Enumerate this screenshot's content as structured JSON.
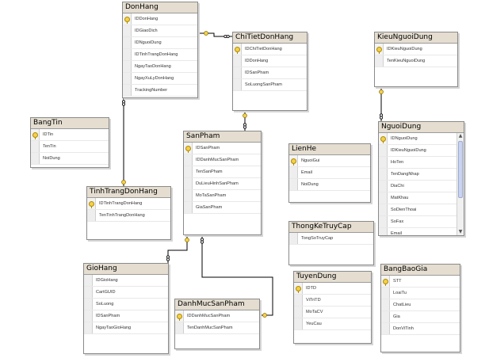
{
  "tables": [
    {
      "id": "DonHang",
      "title": "DonHang",
      "pk": "IDDonHang",
      "fields": [
        "IDDonHang",
        "IDGiaoDich",
        "IDNguoiDung",
        "IDTinhTrangDonHang",
        "NgayTaoDonHang",
        "NgayXuLyDonHang",
        "TrackingNumber"
      ]
    },
    {
      "id": "ChiTietDonHang",
      "title": "ChiTietDonHang",
      "pk": "IDChiTietDonHang",
      "fields": [
        "IDChiTietDonHang",
        "IDDonHang",
        "IDSanPham",
        "SoLuongSanPham"
      ]
    },
    {
      "id": "KieuNguoiDung",
      "title": "KieuNguoiDung",
      "pk": "IDKieuNguoiDung",
      "fields": [
        "IDKieuNguoiDung",
        "TenKieuNguoiDung"
      ]
    },
    {
      "id": "BangTin",
      "title": "BangTin",
      "pk": "IDTin",
      "fields": [
        "IDTin",
        "TenTin",
        "NoiDung"
      ]
    },
    {
      "id": "SanPham",
      "title": "SanPham",
      "pk": "IDSanPham",
      "fields": [
        "IDSanPham",
        "IDDanhMucSanPham",
        "TenSanPham",
        "DuLieuHinhSanPham",
        "MoTaSanPham",
        "GiaSanPham"
      ]
    },
    {
      "id": "LienHe",
      "title": "LienHe",
      "pk": "NguoiGui",
      "fields": [
        "NguoiGui",
        "Email",
        "NoiDung"
      ]
    },
    {
      "id": "NguoiDung",
      "title": "NguoiDung",
      "pk": "IDNguoiDung",
      "scroll": true,
      "fields": [
        "IDNguoiDung",
        "IDKieuNguoiDung",
        "HoTen",
        "TenDangNhap",
        "DiaChi",
        "MatKhau",
        "SoDienThoai",
        "SoFax",
        "Email"
      ]
    },
    {
      "id": "TinhTrangDonHang",
      "title": "TinhTrangDonHang",
      "pk": "IDTinhTrangDonHang",
      "fields": [
        "IDTinhTrangDonHang",
        "TenTinhTrangDonHang"
      ]
    },
    {
      "id": "ThongKeTruyCap",
      "title": "ThongKeTruyCap",
      "pk": "",
      "fields": [
        "TongSoTruyCap"
      ]
    },
    {
      "id": "GioHang",
      "title": "GioHang",
      "pk": "",
      "fields": [
        "IDGioHang",
        "CartGUID",
        "SoLuong",
        "IDSanPham",
        "NgayTaoGioHang"
      ]
    },
    {
      "id": "TuyenDung",
      "title": "TuyenDung",
      "pk": "IDTD",
      "fields": [
        "IDTD",
        "ViTriTD",
        "MoTaCV",
        "YeuCau"
      ]
    },
    {
      "id": "BangBaoGia",
      "title": "BangBaoGia",
      "pk": "STT",
      "fields": [
        "STT",
        "LoaiTu",
        "ChatLieu",
        "Gia",
        "DonViTinh"
      ]
    },
    {
      "id": "DanhMucSanPham",
      "title": "DanhMucSanPham",
      "pk": "IDDanhMucSanPham",
      "fields": [
        "IDDanhMucSanPham",
        "TenDanhMucSanPham"
      ]
    }
  ],
  "relationships": [
    {
      "name": "ChiTietDonHang-DonHang",
      "from": "ChiTietDonHang",
      "to": "DonHang"
    },
    {
      "name": "DonHang-TinhTrangDonHang",
      "from": "DonHang",
      "to": "TinhTrangDonHang"
    },
    {
      "name": "ChiTietDonHang-SanPham",
      "from": "ChiTietDonHang",
      "to": "SanPham"
    },
    {
      "name": "NguoiDung-KieuNguoiDung",
      "from": "NguoiDung",
      "to": "KieuNguoiDung"
    },
    {
      "name": "GioHang-SanPham",
      "from": "GioHang",
      "to": "SanPham"
    },
    {
      "name": "SanPham-DanhMucSanPham",
      "from": "SanPham",
      "to": "DanhMucSanPham"
    }
  ],
  "colors": {
    "title_bar": "#e4ddd0",
    "border": "#8a8a8a",
    "relationship_line": "#000000",
    "key_icon": "#f4d14a"
  }
}
